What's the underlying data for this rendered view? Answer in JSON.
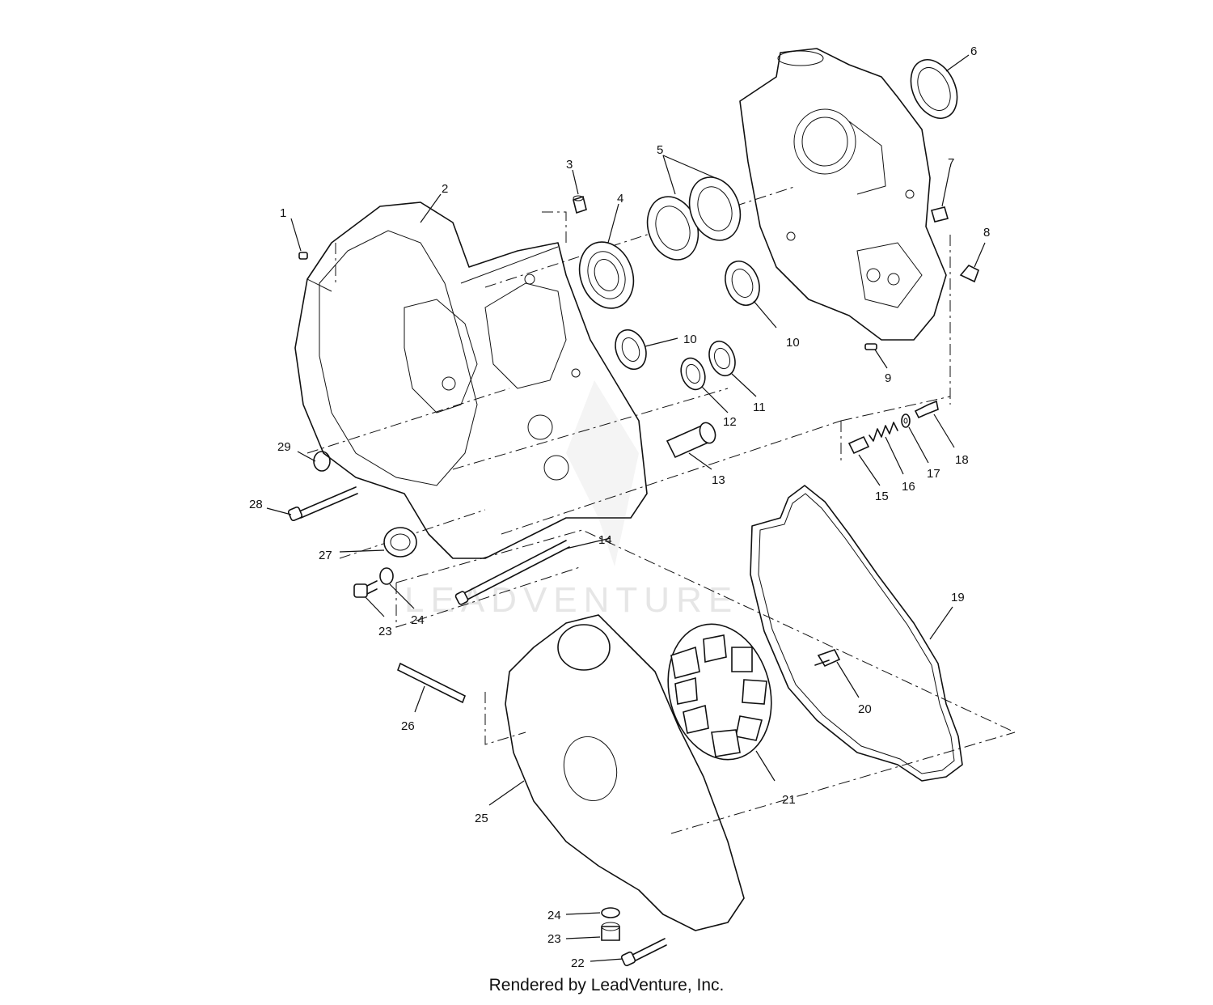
{
  "watermark": "LEADVENTURE",
  "credit": "Rendered by LeadVenture, Inc.",
  "callouts": [
    {
      "id": "c1",
      "label": "1"
    },
    {
      "id": "c2",
      "label": "2"
    },
    {
      "id": "c3",
      "label": "3"
    },
    {
      "id": "c4",
      "label": "4"
    },
    {
      "id": "c5",
      "label": "5"
    },
    {
      "id": "c6",
      "label": "6"
    },
    {
      "id": "c7",
      "label": "7"
    },
    {
      "id": "c8",
      "label": "8"
    },
    {
      "id": "c9",
      "label": "9"
    },
    {
      "id": "c10a",
      "label": "10"
    },
    {
      "id": "c10b",
      "label": "10"
    },
    {
      "id": "c11",
      "label": "11"
    },
    {
      "id": "c12",
      "label": "12"
    },
    {
      "id": "c13",
      "label": "13"
    },
    {
      "id": "c14",
      "label": "14"
    },
    {
      "id": "c15",
      "label": "15"
    },
    {
      "id": "c16",
      "label": "16"
    },
    {
      "id": "c17",
      "label": "17"
    },
    {
      "id": "c18",
      "label": "18"
    },
    {
      "id": "c19",
      "label": "19"
    },
    {
      "id": "c20",
      "label": "20"
    },
    {
      "id": "c21",
      "label": "21"
    },
    {
      "id": "c22",
      "label": "22"
    },
    {
      "id": "c23a",
      "label": "23"
    },
    {
      "id": "c23b",
      "label": "23"
    },
    {
      "id": "c24a",
      "label": "24"
    },
    {
      "id": "c24b",
      "label": "24"
    },
    {
      "id": "c25",
      "label": "25"
    },
    {
      "id": "c26",
      "label": "26"
    },
    {
      "id": "c27",
      "label": "27"
    },
    {
      "id": "c28",
      "label": "28"
    },
    {
      "id": "c29",
      "label": "29"
    }
  ]
}
